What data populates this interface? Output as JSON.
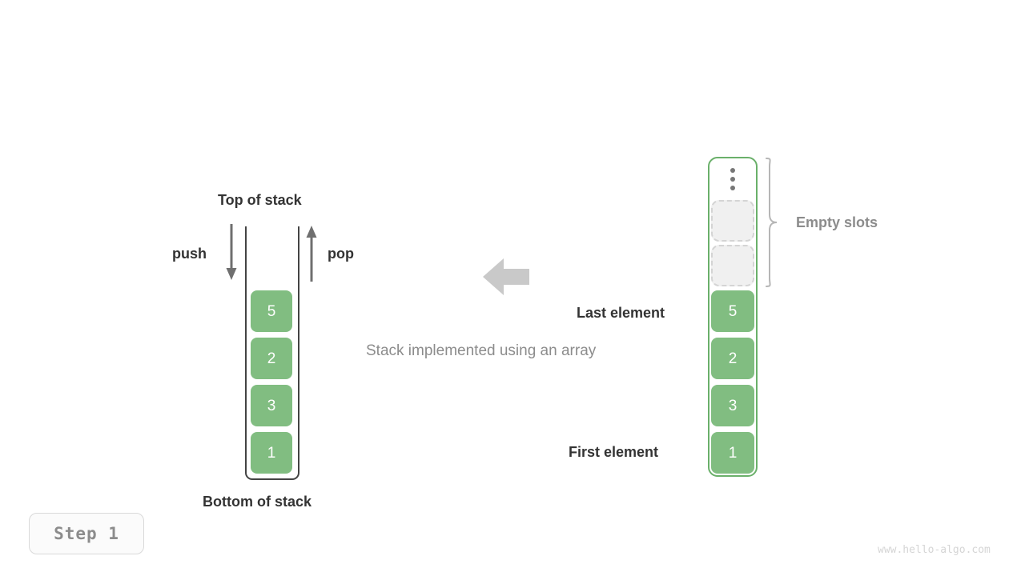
{
  "diagram": {
    "caption": "Stack implemented using an array",
    "left": {
      "title_top": "Top of stack",
      "title_bottom": "Bottom of stack",
      "push_label": "push",
      "pop_label": "pop",
      "cells": [
        "5",
        "2",
        "3",
        "1"
      ]
    },
    "flow": {
      "direction_icon": "arrow-left-icon"
    },
    "right": {
      "label_last": "Last element",
      "label_first": "First element",
      "label_empty": "Empty slots",
      "ellipsis_icon": "vertical-ellipsis-icon",
      "brace_icon": "curly-brace-icon",
      "empty_slot_count": 2,
      "cells": [
        "5",
        "2",
        "3",
        "1"
      ]
    }
  },
  "footer": {
    "step_label": "Step 1",
    "watermark": "www.hello-algo.com"
  },
  "colors": {
    "cell_green": "#81bd81",
    "border_green": "#6ab06a",
    "text_dark": "#333333",
    "text_gray": "#8c8c8c",
    "empty_fill": "#f0f0f0",
    "empty_border": "#d4d4d4",
    "arrow_gray": "#c9c9c9",
    "wall_dark": "#444444"
  }
}
